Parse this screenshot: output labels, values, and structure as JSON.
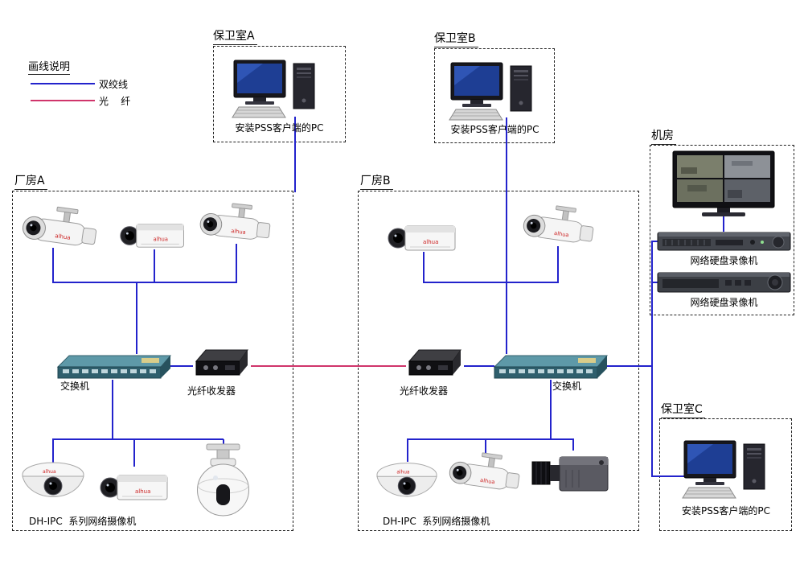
{
  "camera_brand": "alhua",
  "colors": {
    "twisted_pair": "#2323cc",
    "fiber": "#d0356b"
  },
  "legend": {
    "title": "画线说明",
    "twisted_pair_label": "双绞线",
    "fiber_label": "光    纤"
  },
  "guard_room_a": {
    "title": "保卫室A",
    "pc_label": "安装PSS客户端的PC"
  },
  "guard_room_b": {
    "title": "保卫室B",
    "pc_label": "安装PSS客户端的PC"
  },
  "guard_room_c": {
    "title": "保卫室C",
    "pc_label": "安装PSS客户端的PC"
  },
  "server_room": {
    "title": "机房",
    "nvr1_label": "网络硬盘录像机",
    "nvr2_label": "网络硬盘录像机"
  },
  "factory_a": {
    "title": "厂房A",
    "switch_label": "交换机",
    "transceiver_label": "光纤收发器",
    "cameras_label": "DH-IPC  系列网络摄像机"
  },
  "factory_b": {
    "title": "厂房B",
    "switch_label": "交换机",
    "transceiver_label": "光纤收发器",
    "cameras_label": "DH-IPC  系列网络摄像机"
  }
}
